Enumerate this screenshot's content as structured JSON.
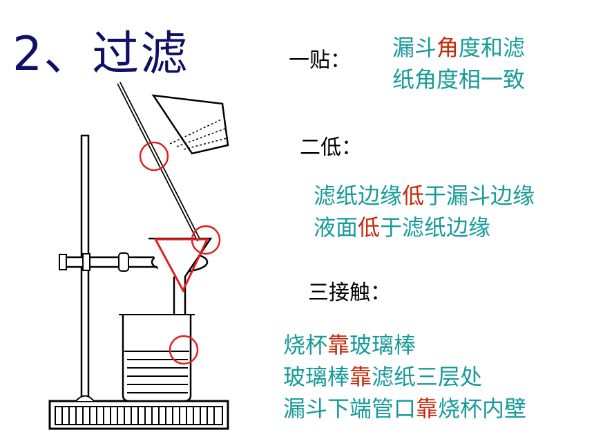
{
  "title": "2、过滤",
  "sections": [
    {
      "heading": "一贴：",
      "lines": [
        [
          {
            "t": "漏斗",
            "c": "teal"
          },
          {
            "t": "角",
            "c": "red"
          },
          {
            "t": "度和滤",
            "c": "teal"
          }
        ],
        [
          {
            "t": "纸角度相一致",
            "c": "teal"
          }
        ]
      ]
    },
    {
      "heading": "二低：",
      "lines": [
        [
          {
            "t": "滤纸边缘",
            "c": "teal"
          },
          {
            "t": "低",
            "c": "red"
          },
          {
            "t": "于漏斗边缘",
            "c": "teal"
          }
        ],
        [
          {
            "t": "液面",
            "c": "teal"
          },
          {
            "t": "低",
            "c": "red"
          },
          {
            "t": "于滤纸边缘",
            "c": "teal"
          }
        ]
      ]
    },
    {
      "heading": "三接触：",
      "lines": [
        [
          {
            "t": "烧杯",
            "c": "teal"
          },
          {
            "t": "靠",
            "c": "red"
          },
          {
            "t": "玻璃棒",
            "c": "teal"
          }
        ],
        [
          {
            "t": "玻璃棒",
            "c": "teal"
          },
          {
            "t": "靠",
            "c": "red"
          },
          {
            "t": "滤纸三层处",
            "c": "teal"
          }
        ],
        [
          {
            "t": "漏斗下端管口",
            "c": "teal"
          },
          {
            "t": "靠",
            "c": "red"
          },
          {
            "t": "烧杯内壁",
            "c": "teal"
          }
        ]
      ]
    }
  ],
  "colors": {
    "title": "#101068",
    "teal": "#169a9a",
    "red": "#c8280a",
    "highlight": "#e02020"
  }
}
